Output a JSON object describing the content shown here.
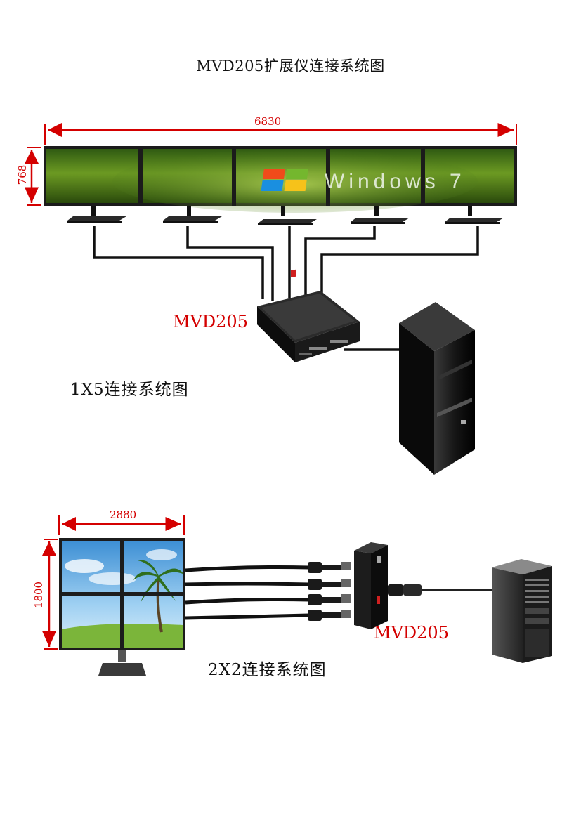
{
  "title": "MVD205扩展仪连接系统图",
  "section1": {
    "width_dim": "6830",
    "height_dim": "768",
    "device_label": "MVD205",
    "caption": "1X5连接系统图",
    "screen_brand_text": "Windows 7"
  },
  "section2": {
    "width_dim": "2880",
    "height_dim": "1800",
    "device_label": "MVD205",
    "caption": "2X2连接系统图"
  },
  "colors": {
    "dimension": "#d40000",
    "screen_green": "#4d7a1a",
    "cable": "#111111"
  }
}
